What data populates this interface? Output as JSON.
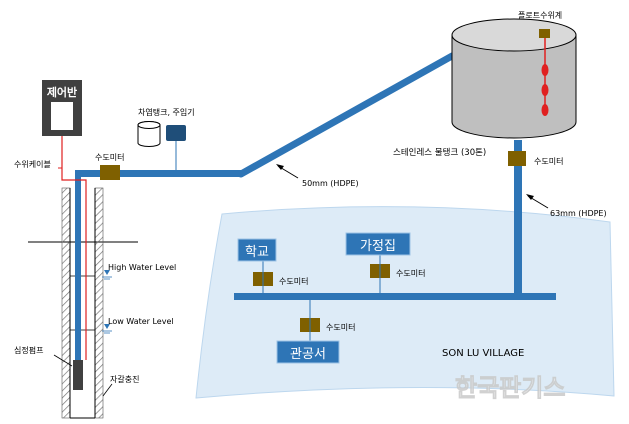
{
  "labels": {
    "control_panel": "제어반",
    "level_cable": "수위케이블",
    "chlorine_tank": "차염탱크, 주입기",
    "float_gauge": "플로트수위계",
    "tank": "스테인레스 물탱크 (30톤)",
    "pipe_50": "50mm (HDPE)",
    "pipe_63": "63mm (HDPE)",
    "high_level": "High Water Level",
    "low_level": "Low Water Level",
    "pump": "심정펌프",
    "gravel": "자갈충진",
    "school": "학교",
    "house": "가정집",
    "office": "관공서",
    "village": "SON LU VILLAGE",
    "meter_1": "수도미터",
    "meter_2": "수도미터",
    "meter_school": "수도미터",
    "meter_house": "수도미터",
    "meter_office": "수도미터",
    "watermark": "한국판기스"
  },
  "colors": {
    "pipe": "#2E75B6",
    "meter": "#7F6000",
    "tank": "#BFBFBF",
    "control": "#404040",
    "region": "#DDEBF7",
    "label_box": "#2E75B6",
    "float_marker": "#E02020",
    "cable": "#E02020"
  }
}
